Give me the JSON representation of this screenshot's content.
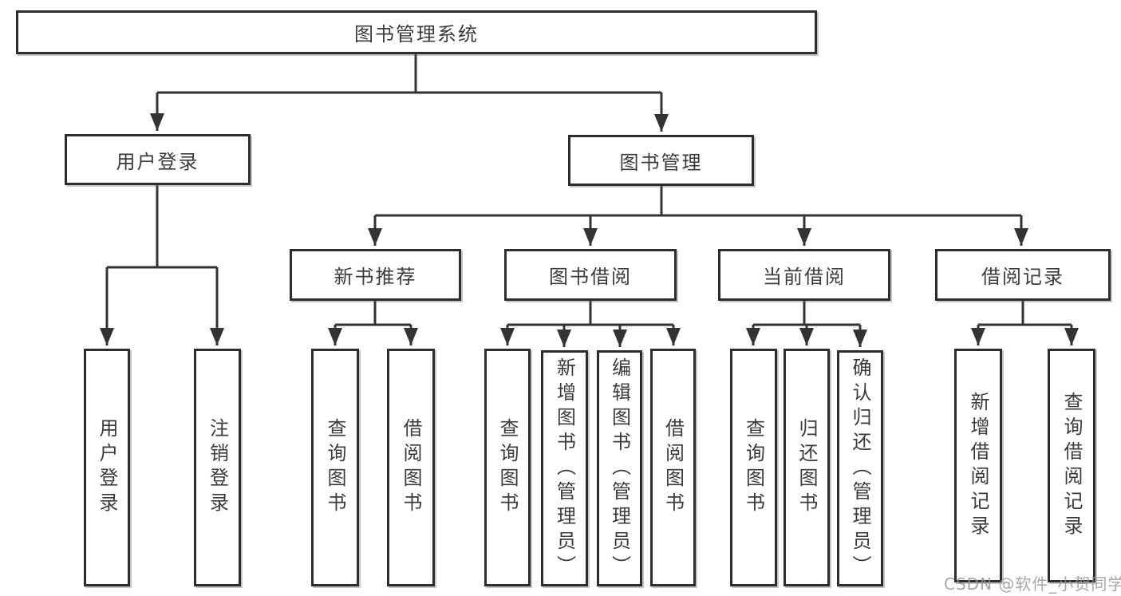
{
  "diagram_title": "图书管理系统",
  "nodes": {
    "root": "图书管理系统",
    "level2": {
      "user_login": "用户登录",
      "book_mgmt": "图书管理"
    },
    "user_login_children": {
      "login": "用户登录",
      "logout": "注销登录"
    },
    "book_mgmt_children": {
      "new_book_rec": "新书推荐",
      "book_borrow": "图书借阅",
      "current_borrow": "当前借阅",
      "borrow_record": "借阅记录"
    },
    "new_book_rec_children": {
      "query_books": "查询图书",
      "borrow_books": "借阅图书"
    },
    "book_borrow_children": {
      "query_books": "查询图书",
      "add_books_admin": "新增图书（管理员）",
      "edit_books_admin": "编辑图书（管理员）",
      "borrow_books": "借阅图书"
    },
    "current_borrow_children": {
      "query_books": "查询图书",
      "return_books": "归还图书",
      "confirm_return_admin": "确认归还（管理员）"
    },
    "borrow_record_children": {
      "add_record": "新增借阅记录",
      "query_record": "查询借阅记录"
    }
  },
  "watermark": {
    "text": "CSDN @软件_小贺同学"
  },
  "colors": {
    "line": "#333333",
    "box_border": "#2d2d2d",
    "text": "#3b3b3b",
    "watermark": "#969696",
    "background": "#ffffff"
  }
}
